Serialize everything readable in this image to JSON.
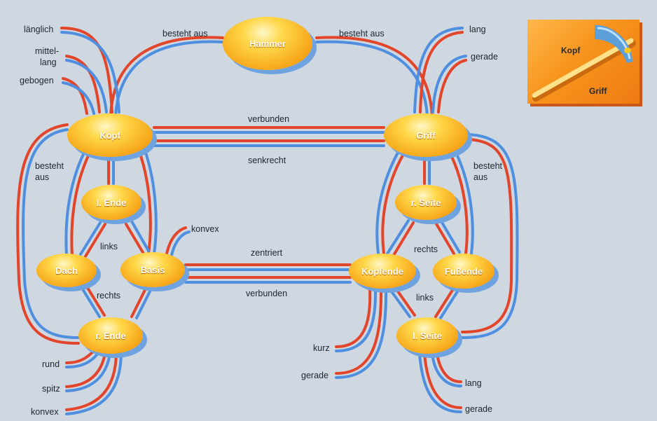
{
  "nodes": {
    "hammer": "Hammer",
    "kopf": "Kopf",
    "griff": "Griff",
    "l_ende": "l. Ende",
    "r_ende": "r. Ende",
    "dach": "Dach",
    "basis": "Basis",
    "r_seite": "r. Seite",
    "l_seite": "l. Seite",
    "kopfende": "Kopfende",
    "fussende": "Fußende"
  },
  "relations": {
    "besteht_aus_left": "besteht aus",
    "besteht_aus_right": "besteht aus",
    "verbunden_top": "verbunden",
    "senkrecht": "senkrecht",
    "besteht_kopf": "besteht",
    "aus_kopf": "aus",
    "besteht_griff": "besteht",
    "aus_griff": "aus",
    "links_left": "links",
    "rechts_left": "rechts",
    "rechts_right": "rechts",
    "links_right": "links",
    "zentriert": "zentriert",
    "verbunden_bottom": "verbunden"
  },
  "attributes": {
    "laenglich": "länglich",
    "mittel": "mittel-",
    "lang_kopf": "lang",
    "gebogen": "gebogen",
    "konvex_basis": "konvex",
    "rund": "rund",
    "spitz": "spitz",
    "konvex_ende": "konvex",
    "lang_griff": "lang",
    "gerade_griff": "gerade",
    "kurz": "kurz",
    "gerade_kopfende": "gerade",
    "lang_seite": "lang",
    "gerade_seite": "gerade"
  },
  "icon": {
    "kopf": "Kopf",
    "griff": "Griff"
  },
  "colors": {
    "background": "#cfd7e0",
    "link_red": "#e2452a",
    "link_blue": "#4f8fe0",
    "node_orange": "#f7a81b"
  }
}
